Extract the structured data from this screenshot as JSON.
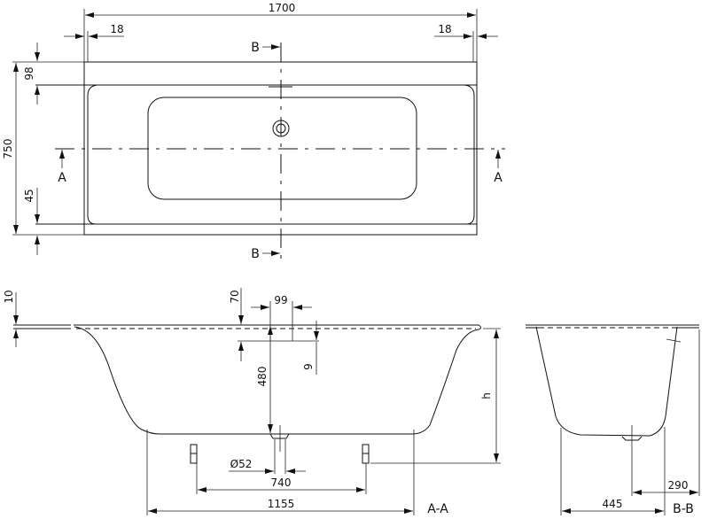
{
  "plan_view": {
    "dims": {
      "length": "1700",
      "rim_left": "18",
      "rim_right": "18",
      "width": "750",
      "rim_top": "98",
      "rim_bottom": "45"
    },
    "section_marks": {
      "a_left": "A",
      "a_right": "A",
      "b_top": "B",
      "b_bottom": "B"
    }
  },
  "section_aa": {
    "label": "A-A",
    "dims": {
      "rim_thickness": "10",
      "overflow_depth": "70",
      "overflow_width": "99",
      "overflow_offset": "9",
      "depth": "480",
      "height": "h",
      "drain_diameter": "Ø52",
      "feet_spacing": "740",
      "base_length": "1155"
    }
  },
  "section_bb": {
    "label": "B-B",
    "dims": {
      "base_width": "445",
      "drain_offset": "290"
    }
  }
}
